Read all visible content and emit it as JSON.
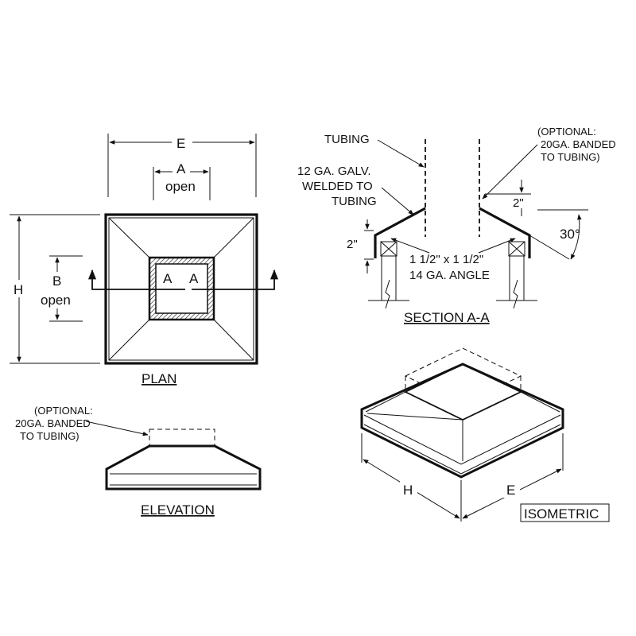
{
  "plan": {
    "title": "PLAN",
    "dim_e": "E",
    "dim_a": "A",
    "dim_a_sub": "open",
    "dim_h": "H",
    "dim_b": "B",
    "dim_b_sub": "open",
    "cut_left": "A",
    "cut_right": "A"
  },
  "section": {
    "title": "SECTION A-A",
    "tubing": "TUBING",
    "galv_line1": "12 GA. GALV.",
    "galv_line2": "WELDED TO",
    "galv_line3": "TUBING",
    "optional_line1": "(OPTIONAL:",
    "optional_line2": "20GA. BANDED",
    "optional_line3": "TO TUBING)",
    "dim_2_right": "2\"",
    "dim_2_left": "2\"",
    "angle": "30°",
    "angle_line1": "1 1/2\" x 1 1/2\"",
    "angle_line2": "14 GA. ANGLE"
  },
  "elevation": {
    "title": "ELEVATION",
    "optional_line1": "(OPTIONAL:",
    "optional_line2": "20GA. BANDED",
    "optional_line3": "TO TUBING)"
  },
  "isometric": {
    "title": "ISOMETRIC",
    "dim_h": "H",
    "dim_e": "E"
  }
}
